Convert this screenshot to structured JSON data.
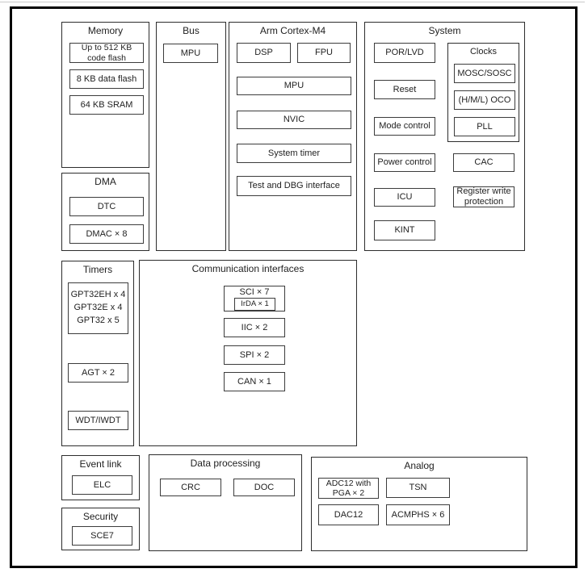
{
  "diagram": {
    "memory": {
      "title": "Memory",
      "items": [
        "Up to 512 KB code flash",
        "8 KB data flash",
        "64 KB SRAM"
      ]
    },
    "dma": {
      "title": "DMA",
      "items": [
        "DTC",
        "DMAC × 8"
      ]
    },
    "bus": {
      "title": "Bus",
      "items": [
        "MPU"
      ]
    },
    "cortex": {
      "title": "Arm Cortex-M4",
      "dsp": "DSP",
      "fpu": "FPU",
      "items": [
        "MPU",
        "NVIC",
        "System timer",
        "Test and DBG interface"
      ]
    },
    "system": {
      "title": "System",
      "left_items": [
        "POR/LVD",
        "Reset",
        "Mode control",
        "Power control",
        "ICU",
        "KINT"
      ],
      "clocks": {
        "title": "Clocks",
        "items": [
          "MOSC/SOSC",
          "(H/M/L) OCO",
          "PLL"
        ]
      },
      "cac": "CAC",
      "reg_write": "Register write protection"
    },
    "timers": {
      "title": "Timers",
      "gpt": [
        "GPT32EH x 4",
        "GPT32E x 4",
        "GPT32 x 5"
      ],
      "agt": "AGT × 2",
      "wdt": "WDT/IWDT"
    },
    "comm": {
      "title": "Communication interfaces",
      "sci": "SCI × 7",
      "irda": "IrDA × 1",
      "items": [
        "IIC × 2",
        "SPI × 2",
        "CAN × 1"
      ]
    },
    "event_link": {
      "title": "Event link",
      "items": [
        "ELC"
      ]
    },
    "security": {
      "title": "Security",
      "items": [
        "SCE7"
      ]
    },
    "data_processing": {
      "title": "Data processing",
      "items": [
        "CRC",
        "DOC"
      ]
    },
    "analog": {
      "title": "Analog",
      "items": [
        "ADC12 with PGA × 2",
        "TSN",
        "DAC12",
        "ACMPHS × 6"
      ]
    }
  },
  "colors": {
    "background": "#ffffff",
    "frame_border": "#000000",
    "block_border": "#2d2d2d",
    "box_border": "#3c3c3c",
    "text": "#1f1f1f"
  }
}
